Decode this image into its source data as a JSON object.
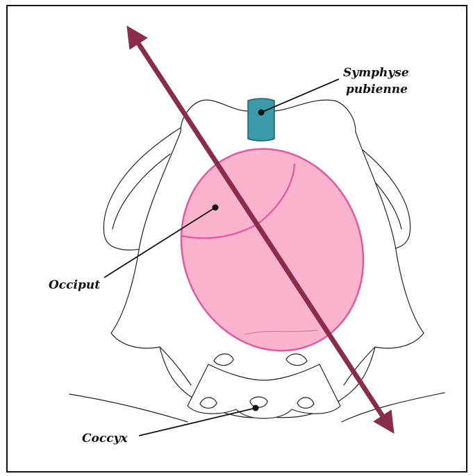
{
  "labels": {
    "symphyse_line1": "Symphyse",
    "symphyse_line2": "pubienne",
    "occiput": "Occiput",
    "coccyx": "Coccyx"
  },
  "colors": {
    "arrow": "#8b2c4c",
    "head_fill": "#f9b3cf",
    "head_stroke": "#e8569a",
    "symphysis_fill": "#3a9aa8",
    "symphysis_stroke": "#1f5f69",
    "outline": "#222222"
  }
}
